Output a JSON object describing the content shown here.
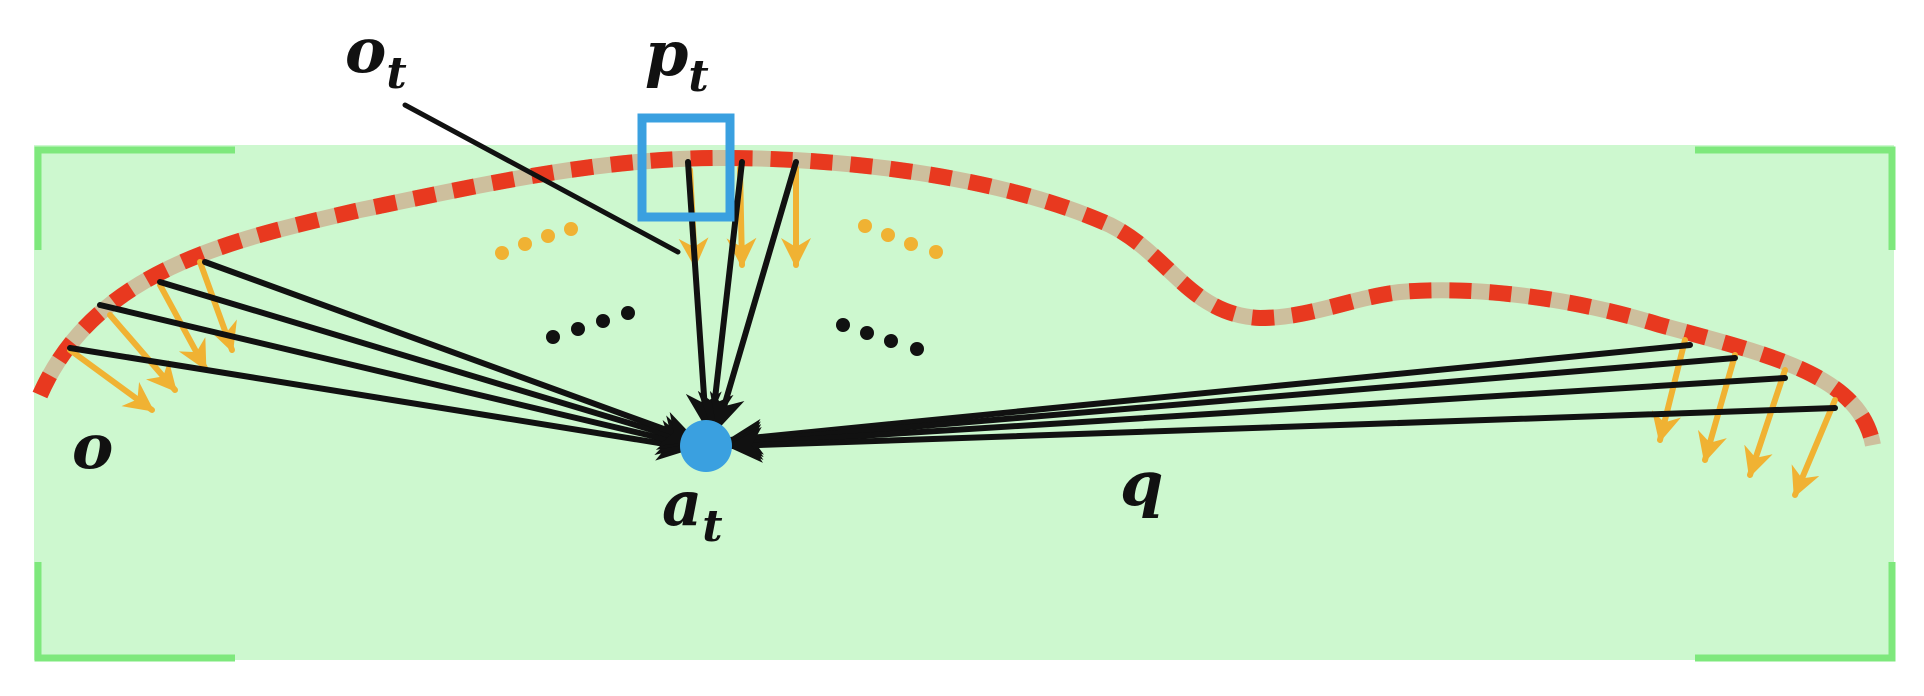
{
  "labels": {
    "o_t": {
      "base": "o",
      "sub": "t"
    },
    "p_t": {
      "base": "p",
      "sub": "t"
    },
    "a_t": {
      "base": "a",
      "sub": "t"
    },
    "o": "o",
    "q": "q"
  },
  "colors": {
    "region_fill": "#cdf8cf",
    "region_corner": "#7ee87c",
    "curve_base": "#cdbf9d",
    "curve_dash": "#e8391f",
    "arrow_black": "#111111",
    "arrow_orange": "#f0b233",
    "dots_orange": "#f0b233",
    "dots_black": "#111111",
    "anchor": "#3aa0e0",
    "highlight_box": "#3aa0e0"
  },
  "ellipsis_groups": [
    "orange-dots-left",
    "orange-dots-right",
    "black-dots-left",
    "black-dots-right"
  ]
}
